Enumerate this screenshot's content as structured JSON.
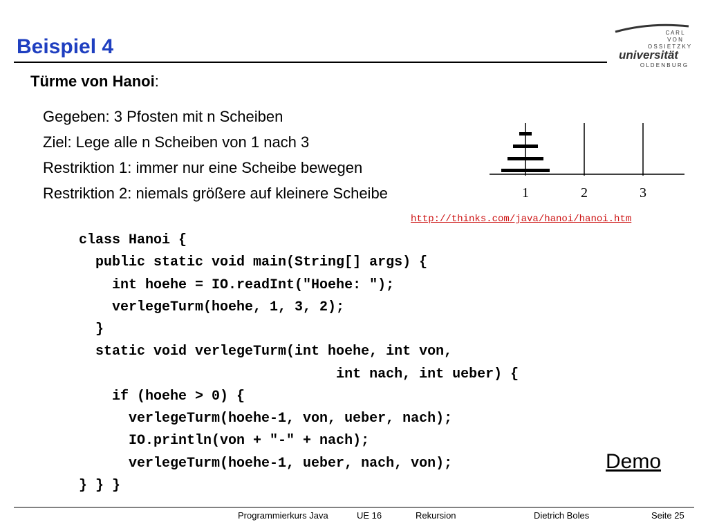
{
  "slide": {
    "title": "Beispiel 4",
    "subtitle_bold": "Türme von Hanoi",
    "subtitle_rest": ":",
    "bullets": [
      "Gegeben: 3 Pfosten mit n Scheiben",
      "Ziel: Lege alle n Scheiben von 1 nach 3",
      "Restriktion 1: immer nur eine Scheibe bewegen",
      "Restriktion 2: niemals größere auf kleinere Scheibe"
    ],
    "figure": {
      "peg_labels": [
        "1",
        "2",
        "3"
      ],
      "disk_count": 4
    },
    "link": "http://thinks.com/java/hanoi/hanoi.htm",
    "code_lines": [
      "class Hanoi {",
      "  public static void main(String[] args) {",
      "    int hoehe = IO.readInt(\"Hoehe: \");",
      "    verlegeTurm(hoehe, 1, 3, 2);",
      "  }",
      "  static void verlegeTurm(int hoehe, int von,",
      "                               int nach, int ueber) {",
      "    if (hoehe > 0) {",
      "      verlegeTurm(hoehe-1, von, ueber, nach);",
      "      IO.println(von + \"-\" + nach);",
      "      verlegeTurm(hoehe-1, ueber, nach, von);",
      "} } }"
    ],
    "demo_label": "Demo"
  },
  "logo": {
    "line1": "C A R L",
    "line2": "V O N",
    "line3": "O S S I E T Z K Y",
    "line4": "universität",
    "line5": "O L D E N B U R G"
  },
  "footer": {
    "course": "Programmierkurs Java",
    "unit": "UE 16",
    "topic": "Rekursion",
    "author": "Dietrich Boles",
    "page": "Seite 25"
  }
}
